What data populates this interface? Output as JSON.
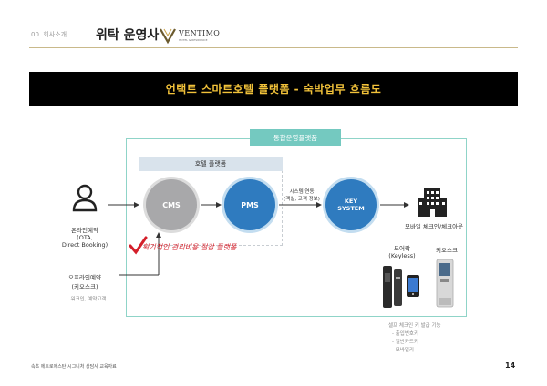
{
  "header": {
    "breadcrumb": "00. 회사소개",
    "title": "위탁 운영사",
    "brand_name": "VENTIMO",
    "brand_sub": "HOTEL & RESIDENCE"
  },
  "banner": {
    "title_main": "언택트 스마트호텔 플랫폼 - ",
    "title_accent": "숙박업무 흐름도"
  },
  "diagram": {
    "platform_label": "통합운영플랫폼",
    "hotel_platform_label": "호텔 플랫폼",
    "cms": "CMS",
    "pms": "PMS",
    "key_line1": "KEY",
    "key_line2": "SYSTEM",
    "sync_line1": "시스템 연동",
    "sync_line2": "(객실, 고객 정보)",
    "online_label_1": "온라인예약",
    "online_label_2": "(OTA,",
    "online_label_3": "Direct Booking)",
    "offline_label_1": "오프라인예약",
    "offline_label_2": "(키오스크)",
    "walkin": "워크인, 예약고객",
    "mobile_checkin": "모바일 체크인/체크아웃",
    "doorlock_1": "도어락",
    "doorlock_2": "(Keyless)",
    "kiosk": "키오스크",
    "selfcheckin_title": "셀프 체크인 키 발급 기능",
    "selfcheckin_items": [
      "- 출입번호키",
      "- 일반카드키",
      "- 모바일키"
    ],
    "savings_note": "획기적인 관리비용 절감 플랫폼"
  },
  "footer": {
    "text": "속초 에트로에스탄 시그니처 상담사 교육자료",
    "page": "14"
  },
  "colors": {
    "accent_gold": "#f2c23a",
    "teal": "#74c9c0",
    "blue": "#2f7bbf",
    "gray_circle": "#a8a8aa",
    "red_note": "#d41f2a"
  }
}
